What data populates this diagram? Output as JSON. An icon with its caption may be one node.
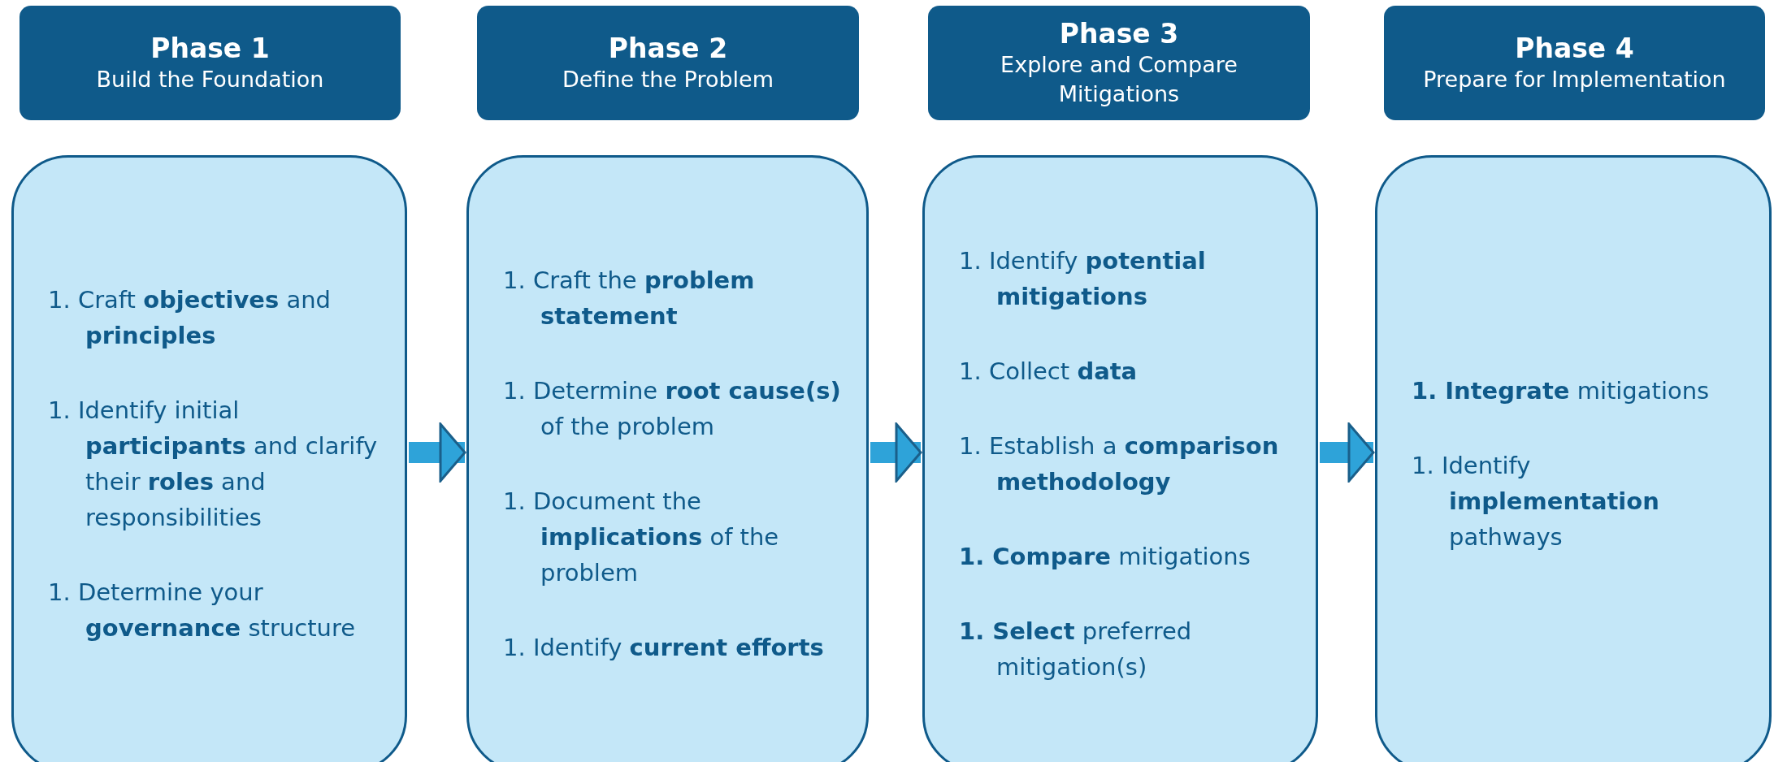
{
  "diagram": {
    "nodes": [
      {
        "text": [
          "Phase 1",
          "Build the Foundation"
        ]
      },
      {
        "text": [
          "Phase 2",
          "Define the Problem"
        ]
      },
      {
        "text": [
          "Phase 3",
          "Explore and Compare Mitigations"
        ]
      },
      {
        "text": [
          "Phase 4",
          "Prepare for Implementation"
        ]
      },
      {
        "text": [
          "1. Craft **objectives** and **principles**",
          "1. Identify initial **participants** and clarify their **roles** and responsibilities",
          "1. Determine your **governance** structure"
        ]
      },
      {
        "text": [
          "1. Craft the **problem statement**",
          "1. Determine **root cause(s)** of the problem",
          "1. Document the **implications** of the problem",
          "1. Identify **current efforts**"
        ]
      },
      {
        "text": [
          "1. Identify **potential mitigations**",
          "1. Collect **data**",
          "1. Establish a **comparison methodology**",
          "**1. Compare** mitigations",
          "**1. Select** preferred mitigation(s)"
        ]
      },
      {
        "text": [
          "**1. Integrate** mitigations",
          "1. Identify **implementation** pathways"
        ]
      }
    ],
    "edges": [
      {
        "from": 4,
        "to": 5,
        "arrow": "to"
      },
      {
        "from": 5,
        "to": 6,
        "arrow": "to"
      },
      {
        "from": 6,
        "to": 7,
        "arrow": "to"
      }
    ]
  }
}
